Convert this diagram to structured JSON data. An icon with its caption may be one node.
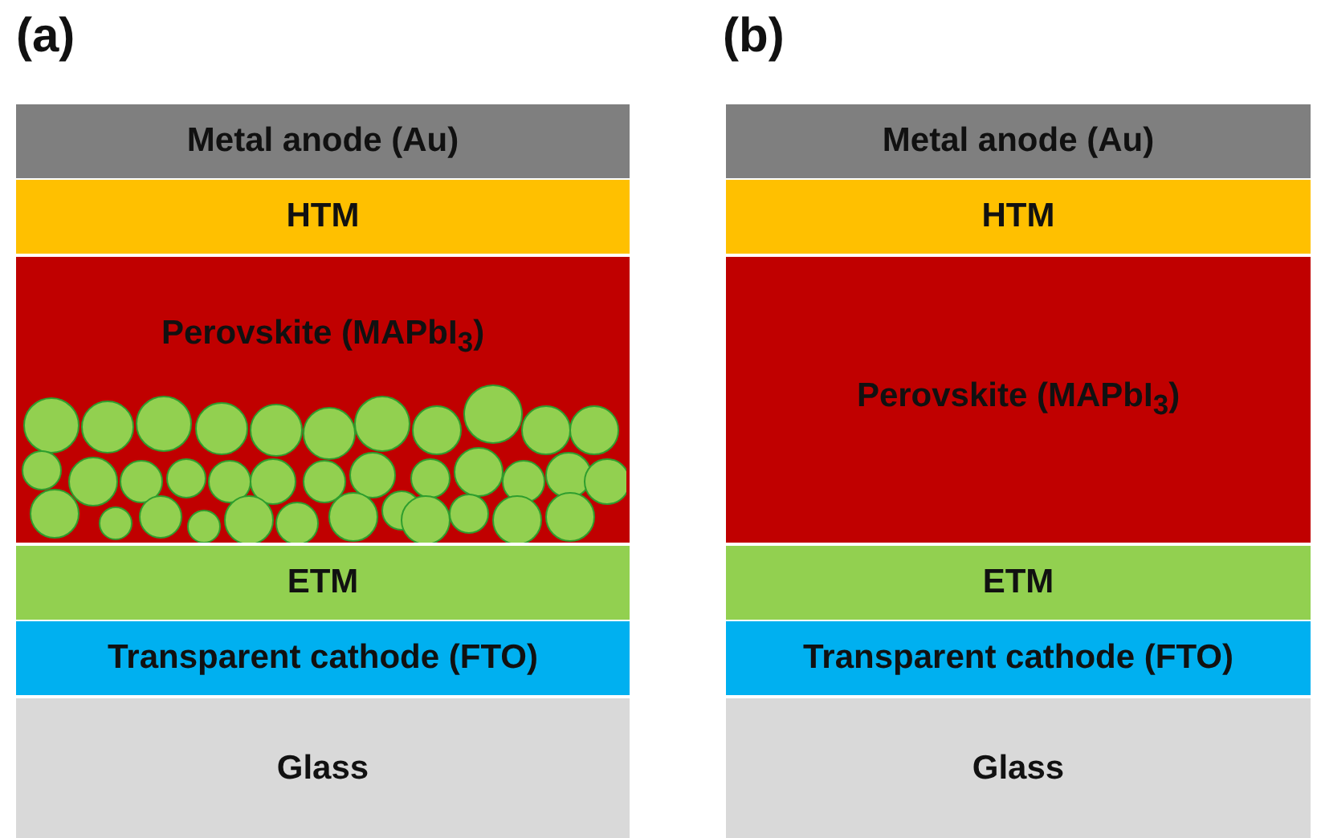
{
  "diagram": {
    "nodes": [
      {
        "text": [
          "Metal anode (Au)"
        ]
      },
      {
        "text": [
          "HTM"
        ]
      },
      {
        "text": [
          "Perovskite (MAPbI$_{3}$)"
        ]
      },
      {
        "text": [
          "ETM"
        ]
      },
      {
        "text": [
          "Transparent cathode (FTO)"
        ]
      },
      {
        "text": [
          "Glass"
        ]
      },
      {
        "text": [
          "Metal anode (Au)"
        ]
      },
      {
        "text": [
          "HTM"
        ]
      },
      {
        "text": [
          "Perovskite (MAPbI$_{3}$)"
        ]
      },
      {
        "text": [
          "ETM"
        ]
      },
      {
        "text": [
          "Transparent cathode (FTO)"
        ]
      },
      {
        "text": [
          "Glass"
        ]
      }
    ],
    "labels": [
      "(a)",
      "(b)"
    ]
  }
}
